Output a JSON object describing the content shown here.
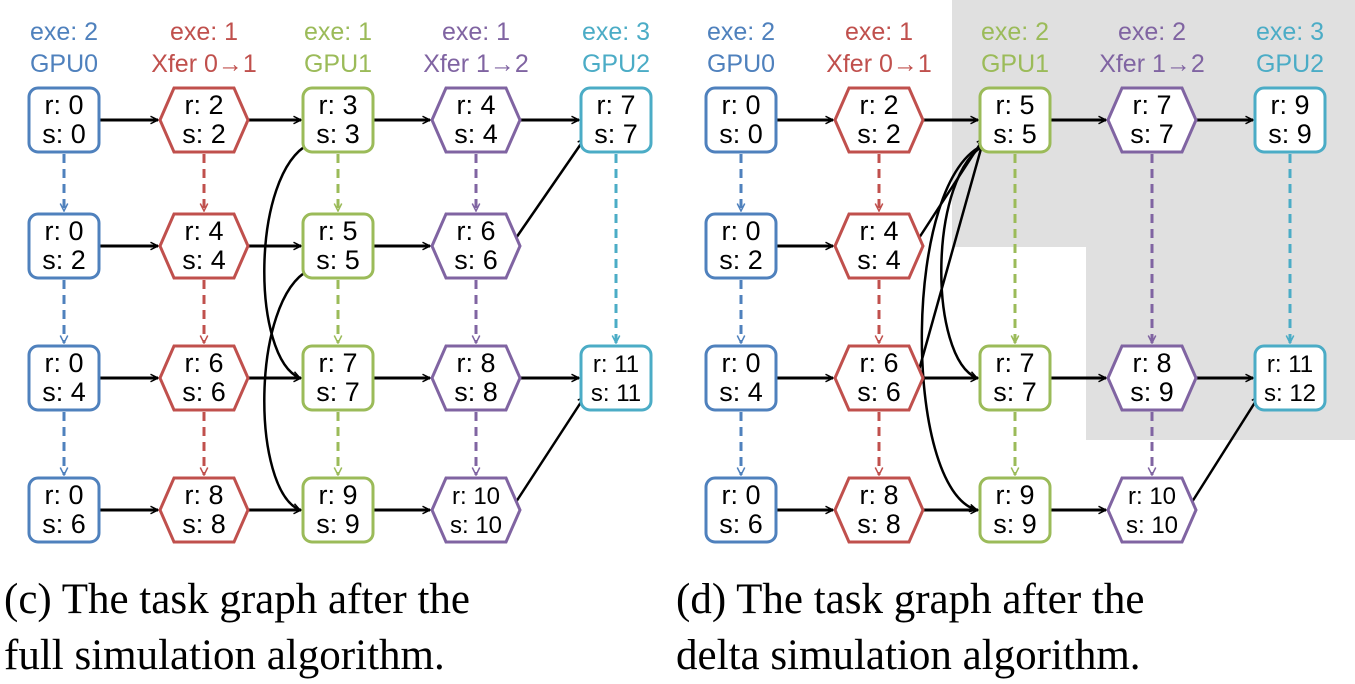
{
  "colors": {
    "gpu0": "#4f81bd",
    "xfer01": "#c0504d",
    "gpu1": "#9bbb59",
    "xfer12": "#8064a2",
    "gpu2": "#4bacc6",
    "edge": "#000000",
    "highlight": "#e0e0e0"
  },
  "panels": [
    {
      "id": "c",
      "caption_line1": "(c) The task graph after the",
      "caption_line2": "full simulation algorithm.",
      "columns": [
        {
          "exe": "exe: 2",
          "name": "GPU0",
          "shape": "rect",
          "color": "gpu0",
          "cells": [
            {
              "r": "r: 0",
              "s": "s: 0"
            },
            {
              "r": "r: 0",
              "s": "s: 2"
            },
            {
              "r": "r: 0",
              "s": "s: 4"
            },
            {
              "r": "r: 0",
              "s": "s: 6"
            }
          ]
        },
        {
          "exe": "exe: 1",
          "name": "Xfer 0→1",
          "shape": "hex",
          "color": "xfer01",
          "cells": [
            {
              "r": "r: 2",
              "s": "s: 2"
            },
            {
              "r": "r: 4",
              "s": "s: 4"
            },
            {
              "r": "r: 6",
              "s": "s: 6"
            },
            {
              "r": "r: 8",
              "s": "s: 8"
            }
          ]
        },
        {
          "exe": "exe: 1",
          "name": "GPU1",
          "shape": "rect",
          "color": "gpu1",
          "cells": [
            {
              "r": "r: 3",
              "s": "s: 3"
            },
            {
              "r": "r: 5",
              "s": "s: 5"
            },
            {
              "r": "r: 7",
              "s": "s: 7"
            },
            {
              "r": "r: 9",
              "s": "s: 9"
            }
          ]
        },
        {
          "exe": "exe: 1",
          "name": "Xfer 1→2",
          "shape": "hex",
          "color": "xfer12",
          "cells": [
            {
              "r": "r: 4",
              "s": "s: 4"
            },
            {
              "r": "r: 6",
              "s": "s: 6"
            },
            {
              "r": "r: 8",
              "s": "s: 8"
            },
            {
              "r": "r: 10",
              "s": "s: 10"
            }
          ]
        },
        {
          "exe": "exe: 3",
          "name": "GPU2",
          "shape": "rect",
          "color": "gpu2",
          "cells": [
            {
              "r": "r: 7",
              "s": "s: 7"
            },
            null,
            {
              "r": "r: 11",
              "s": "s: 11"
            },
            null
          ]
        }
      ]
    },
    {
      "id": "d",
      "caption_line1": "(d) The task graph after the",
      "caption_line2": "delta simulation algorithm.",
      "columns": [
        {
          "exe": "exe: 2",
          "name": "GPU0",
          "shape": "rect",
          "color": "gpu0",
          "cells": [
            {
              "r": "r: 0",
              "s": "s: 0"
            },
            {
              "r": "r: 0",
              "s": "s: 2"
            },
            {
              "r": "r: 0",
              "s": "s: 4"
            },
            {
              "r": "r: 0",
              "s": "s: 6"
            }
          ]
        },
        {
          "exe": "exe: 1",
          "name": "Xfer 0→1",
          "shape": "hex",
          "color": "xfer01",
          "cells": [
            {
              "r": "r: 2",
              "s": "s: 2"
            },
            {
              "r": "r: 4",
              "s": "s: 4"
            },
            {
              "r": "r: 6",
              "s": "s: 6"
            },
            {
              "r": "r: 8",
              "s": "s: 8"
            }
          ]
        },
        {
          "exe": "exe: 2",
          "name": "GPU1",
          "shape": "rect",
          "color": "gpu1",
          "cells": [
            {
              "r": "r: 5",
              "s": "s: 5"
            },
            null,
            {
              "r": "r: 7",
              "s": "s: 7"
            },
            {
              "r": "r: 9",
              "s": "s: 9"
            }
          ]
        },
        {
          "exe": "exe: 2",
          "name": "Xfer 1→2",
          "shape": "hex",
          "color": "xfer12",
          "cells": [
            {
              "r": "r: 7",
              "s": "s: 7"
            },
            null,
            {
              "r": "r: 8",
              "s": "s: 9"
            },
            {
              "r": "r: 10",
              "s": "s: 10"
            }
          ]
        },
        {
          "exe": "exe: 3",
          "name": "GPU2",
          "shape": "rect",
          "color": "gpu2",
          "cells": [
            {
              "r": "r: 9",
              "s": "s: 9"
            },
            null,
            {
              "r": "r: 11",
              "s": "s: 12"
            },
            null
          ]
        }
      ]
    }
  ]
}
